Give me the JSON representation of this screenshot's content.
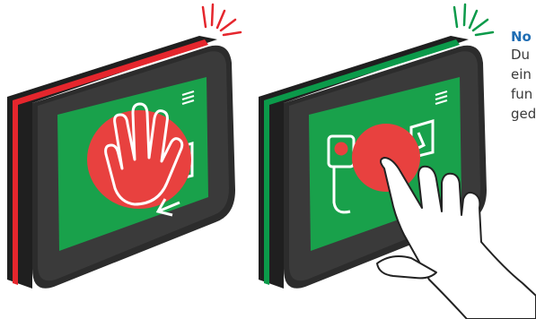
{
  "caption": {
    "title": "No",
    "lines": [
      "Du",
      "ein",
      "fun",
      "ged"
    ]
  },
  "colors": {
    "accent_red": "#e5262d",
    "accent_green": "#0b9a4a",
    "sign_green": "#19a14b",
    "bezel": "#2b2b2b",
    "button_red": "#e8413f",
    "caption_blue": "#1f6db3"
  },
  "icons": {
    "left_panel": "stop-hand-icon",
    "right_panel": "touch-hand-icon"
  }
}
